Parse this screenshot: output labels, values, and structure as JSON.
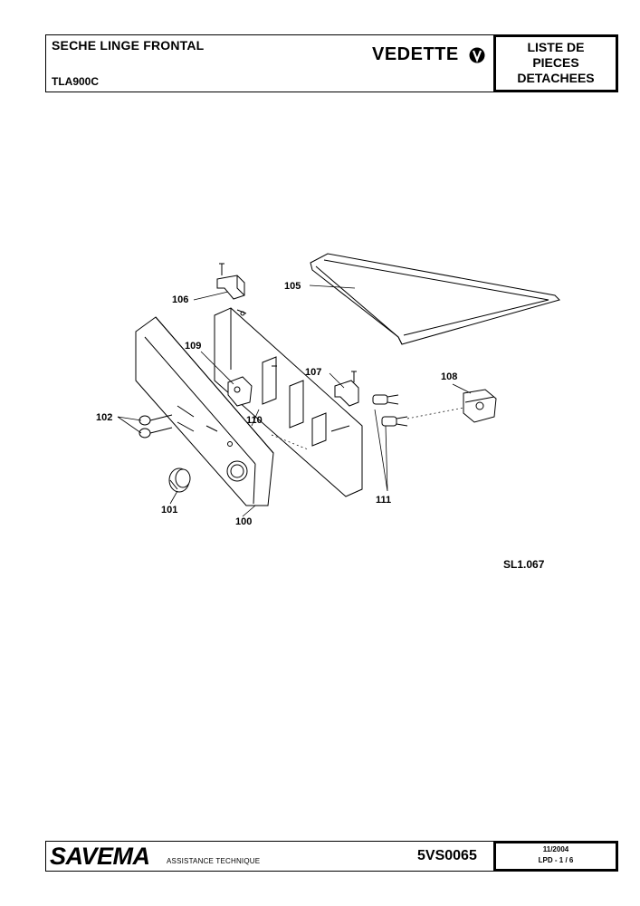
{
  "header": {
    "title": "SECHE LINGE FRONTAL",
    "model": "TLA900C",
    "brand": "VEDETTE",
    "box_line1": "LISTE DE",
    "box_line2": "PIECES",
    "box_line3": "DETACHEES"
  },
  "diagram": {
    "labels": {
      "p100": "100",
      "p101": "101",
      "p102": "102",
      "p105": "105",
      "p106": "106",
      "p107": "107",
      "p108": "108",
      "p109": "109",
      "p110": "110",
      "p111": "111"
    },
    "reference": "SL1.067"
  },
  "footer": {
    "logo": "SAVEMA",
    "subtitle": "ASSISTANCE TECHNIQUE",
    "doc_number": "5VS0065",
    "date": "11/2004",
    "page": "LPD -  1 / 6"
  }
}
